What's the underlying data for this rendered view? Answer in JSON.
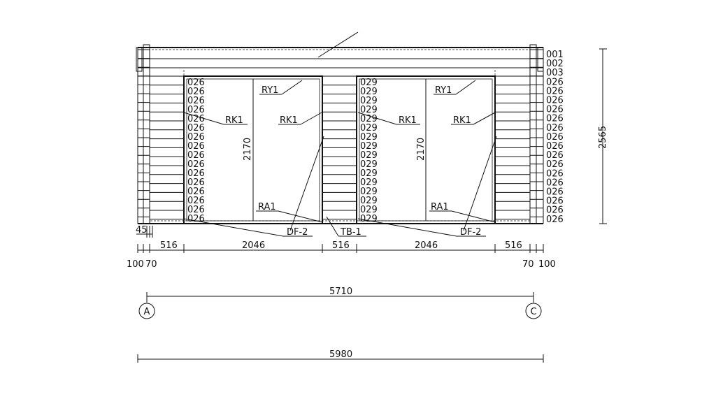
{
  "drawing": {
    "row_codes_right": [
      "001",
      "002",
      "003",
      "026",
      "026",
      "026",
      "026",
      "026",
      "026",
      "026",
      "026",
      "026",
      "026",
      "026",
      "026",
      "026",
      "026",
      "026",
      "026"
    ],
    "left_opening_codes": [
      "026",
      "026",
      "026",
      "026",
      "026",
      "026",
      "026",
      "026",
      "026",
      "026",
      "026",
      "026",
      "026",
      "026",
      "026",
      "026"
    ],
    "center_opening_codes": [
      "029",
      "029",
      "029",
      "029",
      "029",
      "029",
      "029",
      "029",
      "029",
      "029",
      "029",
      "029",
      "029",
      "029",
      "029",
      "029"
    ],
    "callouts": {
      "ry1_left": "RY1",
      "rk1_left_a": "RK1",
      "rk1_left_b": "RK1",
      "ry1_right": "RY1",
      "rk1_right_a": "RK1",
      "rk1_right_b": "RK1",
      "ra1_left": "RA1",
      "ra1_right": "RA1",
      "df2_left": "DF-2",
      "df2_right": "DF-2",
      "tb1": "TB-1"
    },
    "door_height_left": "2170",
    "door_height_right": "2170",
    "overall_height": "2565",
    "dim_45": "45",
    "dims_row1": [
      "516",
      "2046",
      "516",
      "2046",
      "516"
    ],
    "dims_row2": [
      "100",
      "70",
      "70",
      "100"
    ],
    "axis_span": "5710",
    "axis_left": "A",
    "axis_right": "C",
    "total_width": "5980"
  }
}
